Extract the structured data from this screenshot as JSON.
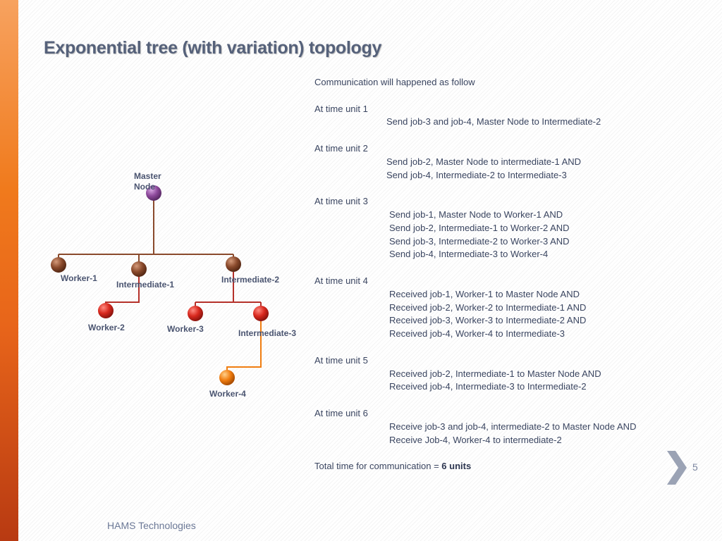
{
  "title": "Exponential tree (with variation) topology",
  "diagram": {
    "nodes": {
      "master": "Master Node",
      "worker1": "Worker-1",
      "intermediate1": "Intermediate-1",
      "intermediate2": "Intermediate-2",
      "worker2": "Worker-2",
      "worker3": "Worker-3",
      "intermediate3": "Intermediate-3",
      "worker4": "Worker-4"
    },
    "colors": {
      "master": "#8e4a9c",
      "level1": "#8a4a2c",
      "level2": "#d8281e",
      "level3": "#f07d10",
      "line_top": "#8a4a2c",
      "line_mid": "#b5312a",
      "line_low": "#f07d10"
    }
  },
  "communication": {
    "intro": "Communication will happened as follow",
    "unit1": {
      "heading": "At time unit 1",
      "lines": [
        "Send job-3 and job-4,  Master Node to Intermediate-2"
      ]
    },
    "unit2": {
      "heading": "At time unit 2",
      "lines": [
        "Send job-2, Master Node to intermediate-1 AND",
        "Send job-4, Intermediate-2 to Intermediate-3"
      ]
    },
    "unit3": {
      "heading": "At time unit 3",
      "lines": [
        "Send job-1, Master Node to Worker-1 AND",
        "Send job-2, Intermediate-1 to Worker-2 AND",
        "Send job-3, Intermediate-2 to Worker-3 AND",
        "Send job-4, Intermediate-3 to Worker-4"
      ]
    },
    "unit4": {
      "heading": "At time unit 4",
      "lines": [
        "Received job-1, Worker-1 to Master Node AND",
        "Received job-2, Worker-2 to Intermediate-1 AND",
        "Received job-3, Worker-3 to Intermediate-2 AND",
        "Received job-4, Worker-4 to Intermediate-3"
      ]
    },
    "unit5": {
      "heading": "At time unit 5",
      "lines": [
        "Received job-2, Intermediate-1 to Master Node AND",
        "Received job-4, Intermediate-3 to Intermediate-2"
      ]
    },
    "unit6": {
      "heading": "At time unit 6",
      "lines": [
        "Receive  job-3 and job-4, intermediate-2 to Master Node AND",
        "Receive Job-4, Worker-4 to intermediate-2"
      ]
    },
    "total_label": "Total time for communication = ",
    "total_value": "6 units"
  },
  "footer": "HAMS Technologies",
  "page_number": "5",
  "theme": {
    "accent": "#f07a1c",
    "title_color": "#55617a",
    "text_color": "#3a4560"
  },
  "icons": {
    "next_slide": "chevron-right-icon"
  }
}
